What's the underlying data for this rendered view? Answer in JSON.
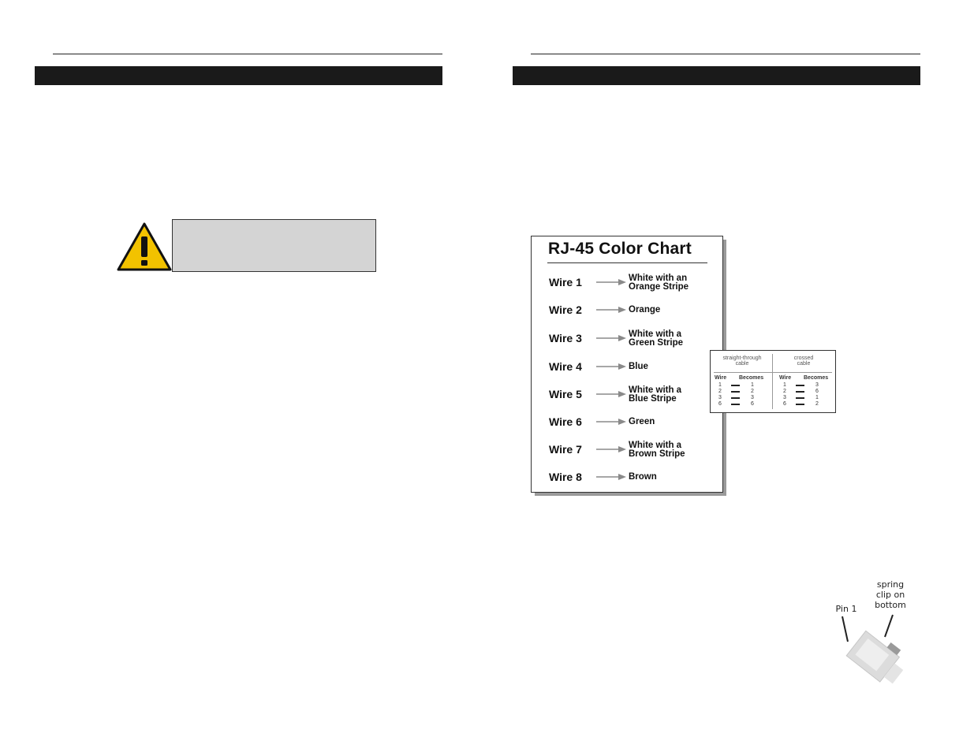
{
  "left_page": {
    "caution": {
      "icon": "warning-triangle-icon",
      "text": ""
    }
  },
  "color_chart": {
    "title": "RJ-45 Color Chart",
    "wires": [
      {
        "label": "Wire 1",
        "color_line1": "White with an",
        "color_line2": "Orange Stripe"
      },
      {
        "label": "Wire 2",
        "color_line1": "Orange",
        "color_line2": ""
      },
      {
        "label": "Wire 3",
        "color_line1": "White with a",
        "color_line2": "Green Stripe"
      },
      {
        "label": "Wire 4",
        "color_line1": "Blue",
        "color_line2": ""
      },
      {
        "label": "Wire 5",
        "color_line1": "White with a",
        "color_line2": "Blue Stripe"
      },
      {
        "label": "Wire 6",
        "color_line1": "Green",
        "color_line2": ""
      },
      {
        "label": "Wire 7",
        "color_line1": "White with a",
        "color_line2": "Brown Stripe"
      },
      {
        "label": "Wire 8",
        "color_line1": "Brown",
        "color_line2": ""
      }
    ]
  },
  "pinout": {
    "straight": {
      "heading_line1": "straight-through",
      "heading_line2": "cable",
      "col_wire": "Wire",
      "col_becomes": "Becomes",
      "rows": [
        [
          "1",
          "1"
        ],
        [
          "2",
          "2"
        ],
        [
          "3",
          "3"
        ],
        [
          "6",
          "6"
        ]
      ]
    },
    "crossed": {
      "heading_line1": "crossed",
      "heading_line2": "cable",
      "col_wire": "Wire",
      "col_becomes": "Becomes",
      "rows": [
        [
          "1",
          "3"
        ],
        [
          "2",
          "6"
        ],
        [
          "3",
          "1"
        ],
        [
          "6",
          "2"
        ]
      ]
    }
  },
  "plug": {
    "pin1_label": "Pin 1",
    "clip_line1": "spring",
    "clip_line2": "clip on",
    "clip_line3": "bottom"
  }
}
